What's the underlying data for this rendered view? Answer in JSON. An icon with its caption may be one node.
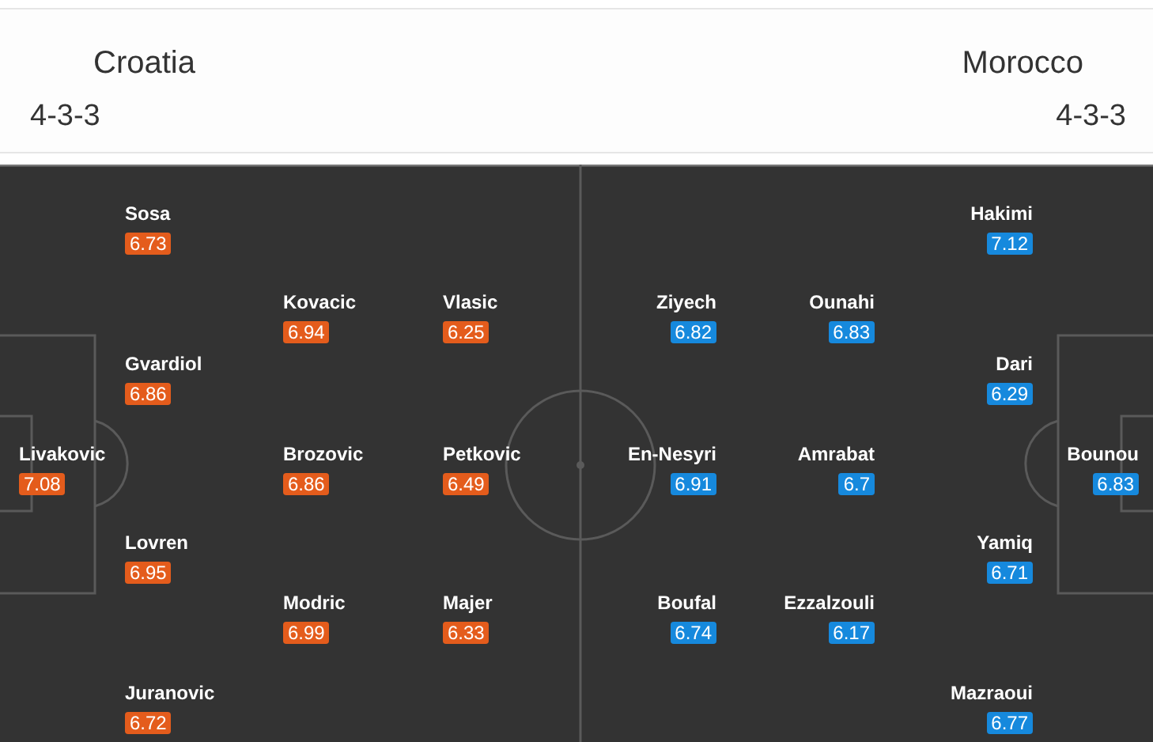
{
  "diagram": {
    "nodes": [
      {
        "text": [
          "Sosa",
          "6.73"
        ]
      },
      {
        "text": [
          "Kovacic",
          "6.94"
        ]
      },
      {
        "text": [
          "Vlasic",
          "6.25"
        ]
      },
      {
        "text": [
          "Gvardiol",
          "6.86"
        ]
      },
      {
        "text": [
          "Livakovic",
          "7.08"
        ]
      },
      {
        "text": [
          "Brozovic",
          "6.86"
        ]
      },
      {
        "text": [
          "Petkovic",
          "6.49"
        ]
      },
      {
        "text": [
          "Lovren",
          "6.95"
        ]
      },
      {
        "text": [
          "Modric",
          "6.99"
        ]
      },
      {
        "text": [
          "Majer",
          "6.33"
        ]
      },
      {
        "text": [
          "Juranovic",
          "6.72"
        ]
      },
      {
        "text": [
          "Hakimi",
          "7.12"
        ]
      },
      {
        "text": [
          "Ziyech",
          "6.82"
        ]
      },
      {
        "text": [
          "Ounahi",
          "6.83"
        ]
      },
      {
        "text": [
          "Dari",
          "6.29"
        ]
      },
      {
        "text": [
          "En-Nesyri",
          "6.91"
        ]
      },
      {
        "text": [
          "Amrabat",
          "6.7"
        ]
      },
      {
        "text": [
          "Bounou",
          "6.83"
        ]
      },
      {
        "text": [
          "Yamiq",
          "6.71"
        ]
      },
      {
        "text": [
          "Boufal",
          "6.74"
        ]
      },
      {
        "text": [
          "Ezzalzouli",
          "6.17"
        ]
      },
      {
        "text": [
          "Mazraoui",
          "6.77"
        ]
      }
    ],
    "labels": [
      "Croatia",
      "4-3-3",
      "Morocco",
      "4-3-3"
    ]
  }
}
